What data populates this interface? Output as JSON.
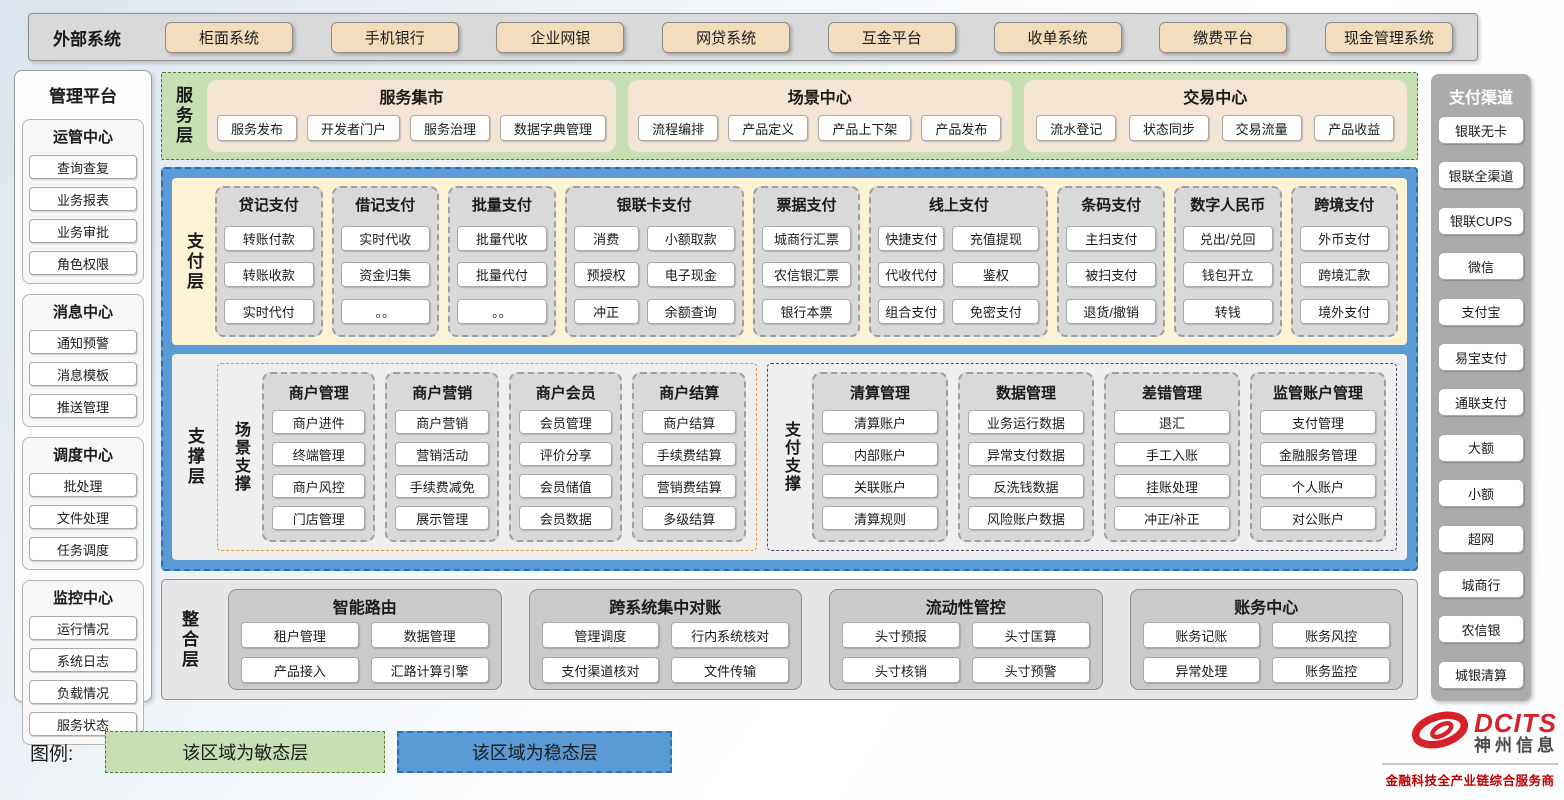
{
  "external": {
    "label": "外部系统",
    "items": [
      "柜面系统",
      "手机银行",
      "企业网银",
      "网贷系统",
      "互金平台",
      "收单系统",
      "缴费平台",
      "现金管理系统"
    ]
  },
  "management": {
    "title": "管理平台",
    "groups": [
      {
        "title": "运管中心",
        "items": [
          "查询查复",
          "业务报表",
          "业务审批",
          "角色权限"
        ]
      },
      {
        "title": "消息中心",
        "items": [
          "通知预警",
          "消息模板",
          "推送管理"
        ]
      },
      {
        "title": "调度中心",
        "items": [
          "批处理",
          "文件处理",
          "任务调度"
        ]
      },
      {
        "title": "监控中心",
        "items": [
          "运行情况",
          "系统日志",
          "负载情况",
          "服务状态"
        ]
      }
    ]
  },
  "service": {
    "label": "服务层",
    "groups": [
      {
        "title": "服务集市",
        "items": [
          "服务发布",
          "开发者门户",
          "服务治理",
          "数据字典管理"
        ]
      },
      {
        "title": "场景中心",
        "items": [
          "流程编排",
          "产品定义",
          "产品上下架",
          "产品发布"
        ]
      },
      {
        "title": "交易中心",
        "items": [
          "流水登记",
          "状态同步",
          "交易流量",
          "产品收益"
        ]
      }
    ]
  },
  "payment": {
    "label": "支付层",
    "groups": [
      {
        "title": "贷记支付",
        "items": [
          "转账付款",
          "转账收款",
          "实时代付"
        ]
      },
      {
        "title": "借记支付",
        "items": [
          "实时代收",
          "资金归集",
          "。。"
        ]
      },
      {
        "title": "批量支付",
        "items": [
          "批量代收",
          "批量代付",
          "。。"
        ]
      },
      {
        "title": "银联卡支付",
        "items": [
          "消费",
          "小额取款",
          "预授权",
          "电子现金",
          "冲正",
          "余额查询"
        ]
      },
      {
        "title": "票据支付",
        "items": [
          "城商行汇票",
          "农信银汇票",
          "银行本票"
        ]
      },
      {
        "title": "线上支付",
        "items": [
          "快捷支付",
          "充值提现",
          "代收代付",
          "鉴权",
          "组合支付",
          "免密支付"
        ]
      },
      {
        "title": "条码支付",
        "items": [
          "主扫支付",
          "被扫支付",
          "退货/撤销"
        ]
      },
      {
        "title": "数字人民币",
        "items": [
          "兑出/兑回",
          "钱包开立",
          "转钱"
        ]
      },
      {
        "title": "跨境支付",
        "items": [
          "外币支付",
          "跨境汇款",
          "境外支付"
        ]
      }
    ]
  },
  "support": {
    "label": "支撑层",
    "sections": [
      {
        "label": "场景支撑",
        "groups": [
          {
            "title": "商户管理",
            "items": [
              "商户进件",
              "终端管理",
              "商户风控",
              "门店管理"
            ]
          },
          {
            "title": "商户营销",
            "items": [
              "商户营销",
              "营销活动",
              "手续费减免",
              "展示管理"
            ]
          },
          {
            "title": "商户会员",
            "items": [
              "会员管理",
              "评价分享",
              "会员储值",
              "会员数据"
            ]
          },
          {
            "title": "商户结算",
            "items": [
              "商户结算",
              "手续费结算",
              "营销费结算",
              "多级结算"
            ]
          }
        ]
      },
      {
        "label": "支付支撑",
        "groups": [
          {
            "title": "清算管理",
            "items": [
              "清算账户",
              "内部账户",
              "关联账户",
              "清算规则"
            ]
          },
          {
            "title": "数据管理",
            "items": [
              "业务运行数据",
              "异常支付数据",
              "反洗钱数据",
              "风险账户数据"
            ]
          },
          {
            "title": "差错管理",
            "items": [
              "退汇",
              "手工入账",
              "挂账处理",
              "冲正/补正"
            ]
          },
          {
            "title": "监管账户管理",
            "items": [
              "支付管理",
              "金融服务管理",
              "个人账户",
              "对公账户"
            ]
          }
        ]
      }
    ]
  },
  "integration": {
    "label": "整合层",
    "groups": [
      {
        "title": "智能路由",
        "items": [
          "租户管理",
          "数据管理",
          "产品接入",
          "汇路计算引擎"
        ]
      },
      {
        "title": "跨系统集中对账",
        "items": [
          "管理调度",
          "行内系统核对",
          "支付渠道核对",
          "文件传输"
        ]
      },
      {
        "title": "流动性管控",
        "items": [
          "头寸预报",
          "头寸匡算",
          "头寸核销",
          "头寸预警"
        ]
      },
      {
        "title": "账务中心",
        "items": [
          "账务记账",
          "账务风控",
          "异常处理",
          "账务监控"
        ]
      }
    ]
  },
  "channels": {
    "title": "支付渠道",
    "items": [
      "银联无卡",
      "银联全渠道",
      "银联CUPS",
      "微信",
      "支付宝",
      "易宝支付",
      "通联支付",
      "大额",
      "小额",
      "超网",
      "城商行",
      "农信银",
      "城银清算"
    ]
  },
  "legend": {
    "label": "图例:",
    "agile": "该区域为敏态层",
    "stable": "该区域为稳态层"
  },
  "logo": {
    "brand": "DCITS",
    "company": "神州信息",
    "tagline": "金融科技全产业链综合服务商"
  },
  "colors": {
    "agile_green": "#c6e0b4",
    "stable_blue": "#5b9bd5",
    "payment_cream": "#fdf3d4",
    "group_gray": "#d9d9d9",
    "scene_border_orange": "#e69a3c",
    "paysup_border_dark": "#3f4f6b",
    "brand_red": "#d8222a"
  }
}
